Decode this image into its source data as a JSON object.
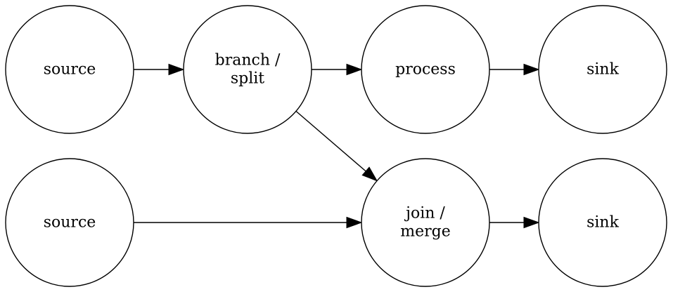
{
  "diagram": {
    "nodes": [
      {
        "id": "source-1",
        "lines": [
          "source"
        ]
      },
      {
        "id": "branch-split",
        "lines": [
          "branch /",
          "split"
        ]
      },
      {
        "id": "process",
        "lines": [
          "process"
        ]
      },
      {
        "id": "sink-1",
        "lines": [
          "sink"
        ]
      },
      {
        "id": "source-2",
        "lines": [
          "source"
        ]
      },
      {
        "id": "join-merge",
        "lines": [
          "join /",
          "merge"
        ]
      },
      {
        "id": "sink-2",
        "lines": [
          "sink"
        ]
      }
    ],
    "edges": [
      {
        "from": "source-1",
        "to": "branch-split"
      },
      {
        "from": "branch-split",
        "to": "process"
      },
      {
        "from": "process",
        "to": "sink-1"
      },
      {
        "from": "branch-split",
        "to": "join-merge"
      },
      {
        "from": "source-2",
        "to": "join-merge"
      },
      {
        "from": "join-merge",
        "to": "sink-2"
      }
    ]
  }
}
